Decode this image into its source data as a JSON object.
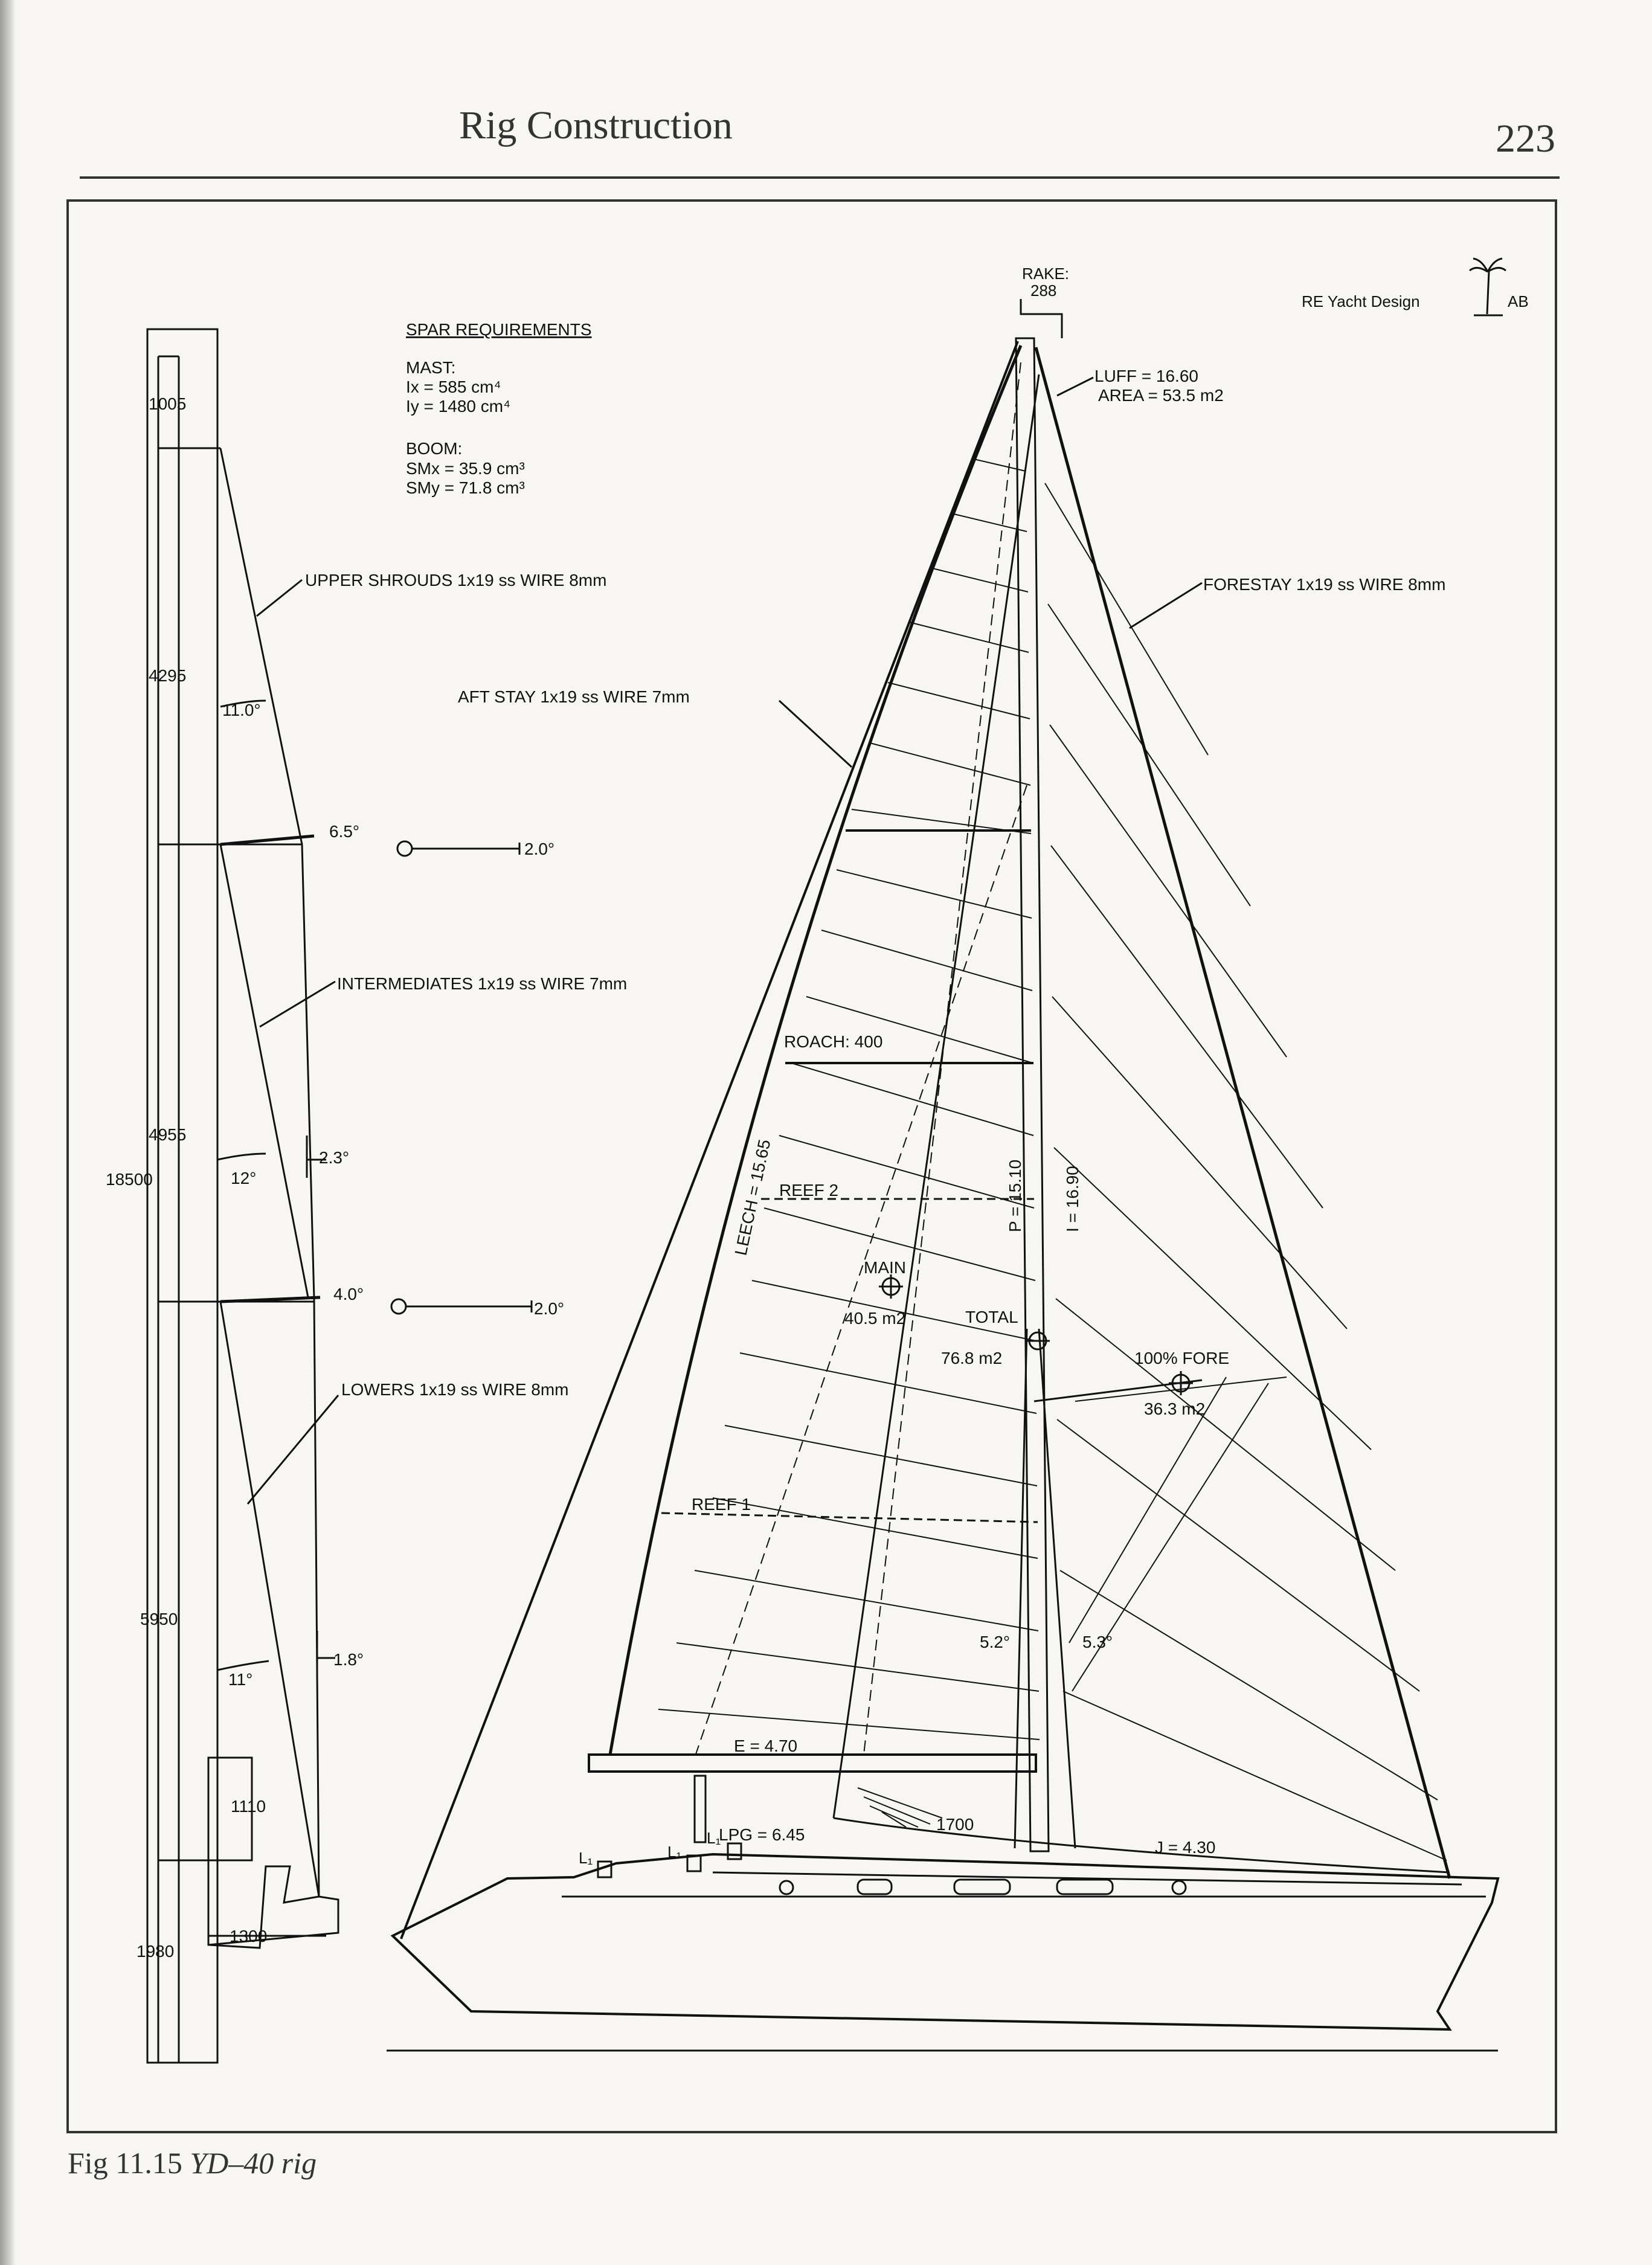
{
  "page": {
    "running_head": "Rig Construction",
    "page_number": "223"
  },
  "caption": {
    "prefix": "Fig 11.15 ",
    "title": "YD–40 rig"
  },
  "drawing": {
    "designer": {
      "name": "RE Yacht Design",
      "suffix": "AB",
      "logo_icon": "palm-tree-icon"
    },
    "spar_requirements": {
      "heading": "SPAR REQUIREMENTS",
      "mast_label": "MAST:",
      "mast_ix": "Ix = 585 cm⁴",
      "mast_iy": "Iy = 1480 cm⁴",
      "boom_label": "BOOM:",
      "boom_smx": "SMx = 35.9 cm³",
      "boom_smy": "SMy = 71.8 cm³"
    },
    "mast_dimensions": [
      "1005",
      "4295",
      "4955",
      "18500",
      "5950",
      "1110",
      "1980",
      "1300"
    ],
    "angles": {
      "a_11_0": "11.0°",
      "a_6_5": "6.5°",
      "spreader_upper_rake": "2.0°",
      "a_12": "12°",
      "a_2_3": "2.3°",
      "a_4_0": "4.0°",
      "spreader_lower_rake": "2.0°",
      "a_11": "11°",
      "a_1_8": "1.8°"
    },
    "rig_labels": {
      "upper_shrouds": "UPPER SHROUDS 1x19 ss WIRE 8mm",
      "aft_stay": "AFT STAY 1x19 ss WIRE 7mm",
      "intermediates": "INTERMEDIATES 1x19 ss WIRE 7mm",
      "lowers": "LOWERS 1x19 ss WIRE 8mm",
      "forestay": "FORESTAY 1x19 ss WIRE 8mm"
    },
    "sail_labels": {
      "rake_label": "RAKE:",
      "rake_value": "288",
      "luff": "LUFF = 16.60",
      "area": "AREA = 53.5 m2",
      "roach": "ROACH: 400",
      "leech": "LEECH = 15.65",
      "reef_2": "REEF 2",
      "reef_1": "REEF 1",
      "p": "P = 15.10",
      "i": "I = 16.90",
      "main": "MAIN",
      "main_area": "40.5 m2",
      "total": "TOTAL",
      "total_area": "76.8 m2",
      "fore": "100% FORE",
      "fore_area": "36.3 m2",
      "shroud_left": "5.2°",
      "shroud_right": "5.3°",
      "e": "E = 4.70",
      "lpg": "LPG = 6.45",
      "d1700": "1700",
      "j": "J = 4.30",
      "winch_a": "L₁",
      "winch_b": "L₁",
      "winch_c": "L₁"
    }
  }
}
